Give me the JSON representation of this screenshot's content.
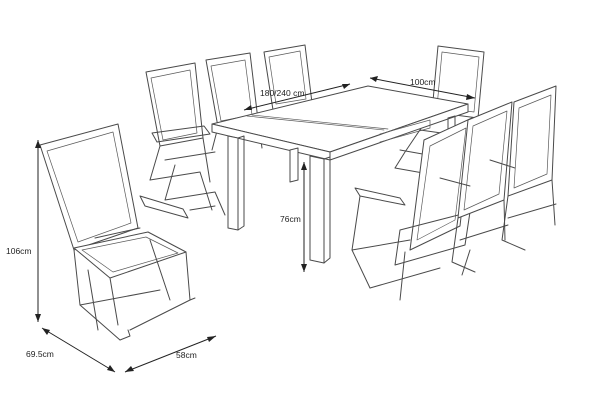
{
  "dimensions": {
    "table_length": "180/240 cm",
    "table_width": "100cm",
    "table_height": "76cm",
    "chair_height": "106cm",
    "chair_depth": "69.5cm",
    "chair_width": "58cm"
  },
  "colors": {
    "line": "#4a4a4a",
    "dimension_line": "#222222",
    "background": "#ffffff"
  }
}
